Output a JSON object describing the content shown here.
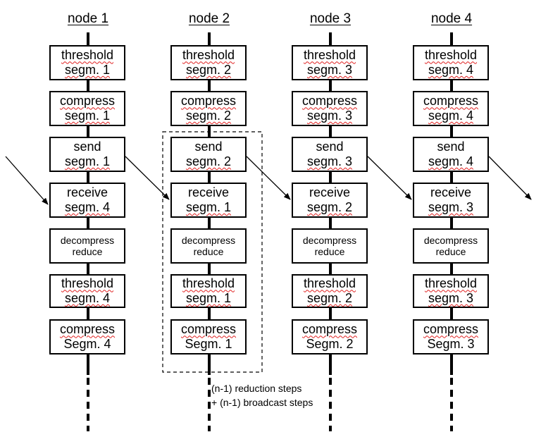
{
  "nodes": [
    {
      "title": "node 1",
      "steps": [
        {
          "line1": "threshold",
          "line2": "segm. 1"
        },
        {
          "line1": "compress",
          "line2": "segm. 1"
        },
        {
          "line1": "send",
          "line2": "segm. 1"
        },
        {
          "line1": "receive",
          "line2": "segm. 4"
        },
        {
          "line1": "decompress",
          "line2": "reduce"
        },
        {
          "line1": "threshold",
          "line2": "segm. 4"
        },
        {
          "line1": "compress",
          "line2": "Segm. 4"
        }
      ]
    },
    {
      "title": "node 2",
      "steps": [
        {
          "line1": "threshold",
          "line2": "segm. 2"
        },
        {
          "line1": "compress",
          "line2": "segm. 2"
        },
        {
          "line1": "send",
          "line2": "segm. 2"
        },
        {
          "line1": "receive",
          "line2": "segm. 1"
        },
        {
          "line1": "decompress",
          "line2": "reduce"
        },
        {
          "line1": "threshold",
          "line2": "segm. 1"
        },
        {
          "line1": "compress",
          "line2": "Segm. 1"
        }
      ]
    },
    {
      "title": "node 3",
      "steps": [
        {
          "line1": "threshold",
          "line2": "segm. 3"
        },
        {
          "line1": "compress",
          "line2": "segm. 3"
        },
        {
          "line1": "send",
          "line2": "segm. 3"
        },
        {
          "line1": "receive",
          "line2": "segm. 2"
        },
        {
          "line1": "decompress",
          "line2": "reduce"
        },
        {
          "line1": "threshold",
          "line2": "segm. 2"
        },
        {
          "line1": "compress",
          "line2": "Segm. 2"
        }
      ]
    },
    {
      "title": "node 4",
      "steps": [
        {
          "line1": "threshold",
          "line2": "segm. 4"
        },
        {
          "line1": "compress",
          "line2": "segm. 4"
        },
        {
          "line1": "send",
          "line2": "segm. 4"
        },
        {
          "line1": "receive",
          "line2": "segm. 3"
        },
        {
          "line1": "decompress",
          "line2": "reduce"
        },
        {
          "line1": "threshold",
          "line2": "segm. 3"
        },
        {
          "line1": "compress",
          "line2": "Segm. 3"
        }
      ]
    }
  ],
  "annotation": {
    "line1": "(n-1) reduction steps",
    "line2": "+ (n-1) broadcast steps"
  }
}
